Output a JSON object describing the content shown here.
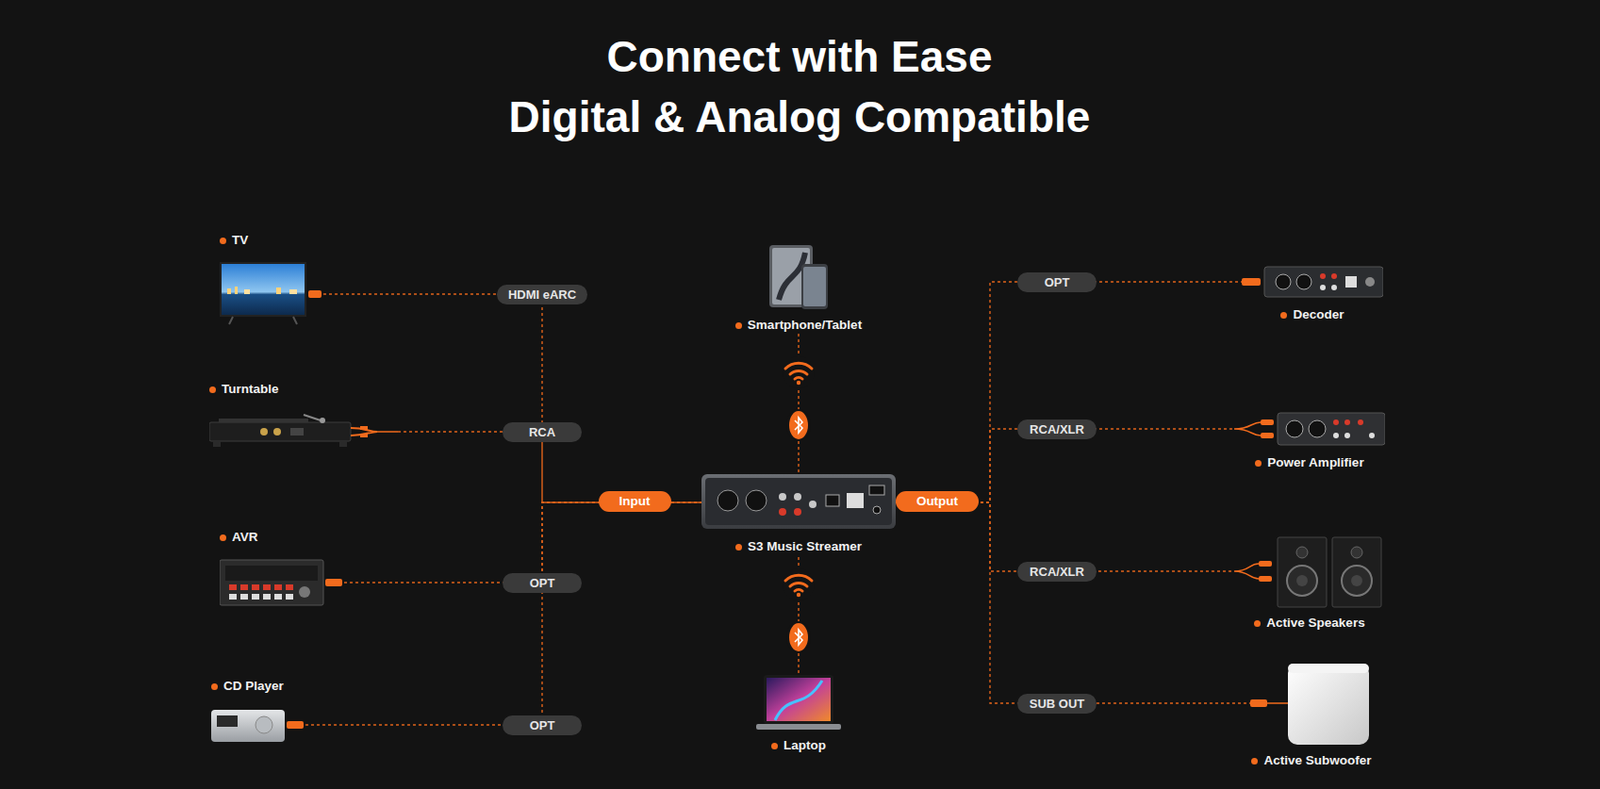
{
  "diagram": {
    "title": "Connect with Ease",
    "nodes": [
      {
        "text": [
          "TV"
        ]
      },
      {
        "text": [
          "Turntable"
        ]
      },
      {
        "text": [
          "AVR"
        ]
      },
      {
        "text": [
          "CD Player"
        ]
      },
      {
        "text": [
          "Smartphone/Tablet"
        ]
      },
      {
        "text": [
          "S3 Music Streamer"
        ]
      },
      {
        "text": [
          "Laptop"
        ]
      },
      {
        "text": [
          "Decoder"
        ]
      },
      {
        "text": [
          "Power Amplifier"
        ]
      },
      {
        "text": [
          "Active Speakers"
        ]
      },
      {
        "text": [
          "Active Subwoofer"
        ]
      }
    ],
    "edges": [
      {
        "from": 0,
        "to": 5,
        "arrow": "none",
        "label": "HDMI eARC"
      },
      {
        "from": 1,
        "to": 5,
        "arrow": "none",
        "label": "RCA"
      },
      {
        "from": 2,
        "to": 5,
        "arrow": "none",
        "label": "OPT"
      },
      {
        "from": 3,
        "to": 5,
        "arrow": "none",
        "label": "OPT"
      },
      {
        "from": 4,
        "to": 5,
        "arrow": "none"
      },
      {
        "from": 6,
        "to": 5,
        "arrow": "none"
      },
      {
        "from": 5,
        "to": 7,
        "arrow": "none",
        "label": "OPT"
      },
      {
        "from": 5,
        "to": 8,
        "arrow": "none",
        "label": "RCA/XLR"
      },
      {
        "from": 5,
        "to": 9,
        "arrow": "none",
        "label": "RCA/XLR"
      },
      {
        "from": 5,
        "to": 10,
        "arrow": "none",
        "label": "SUB OUT"
      }
    ],
    "labels": [
      "Digital & Analog Compatible",
      "Input",
      "Output"
    ]
  }
}
